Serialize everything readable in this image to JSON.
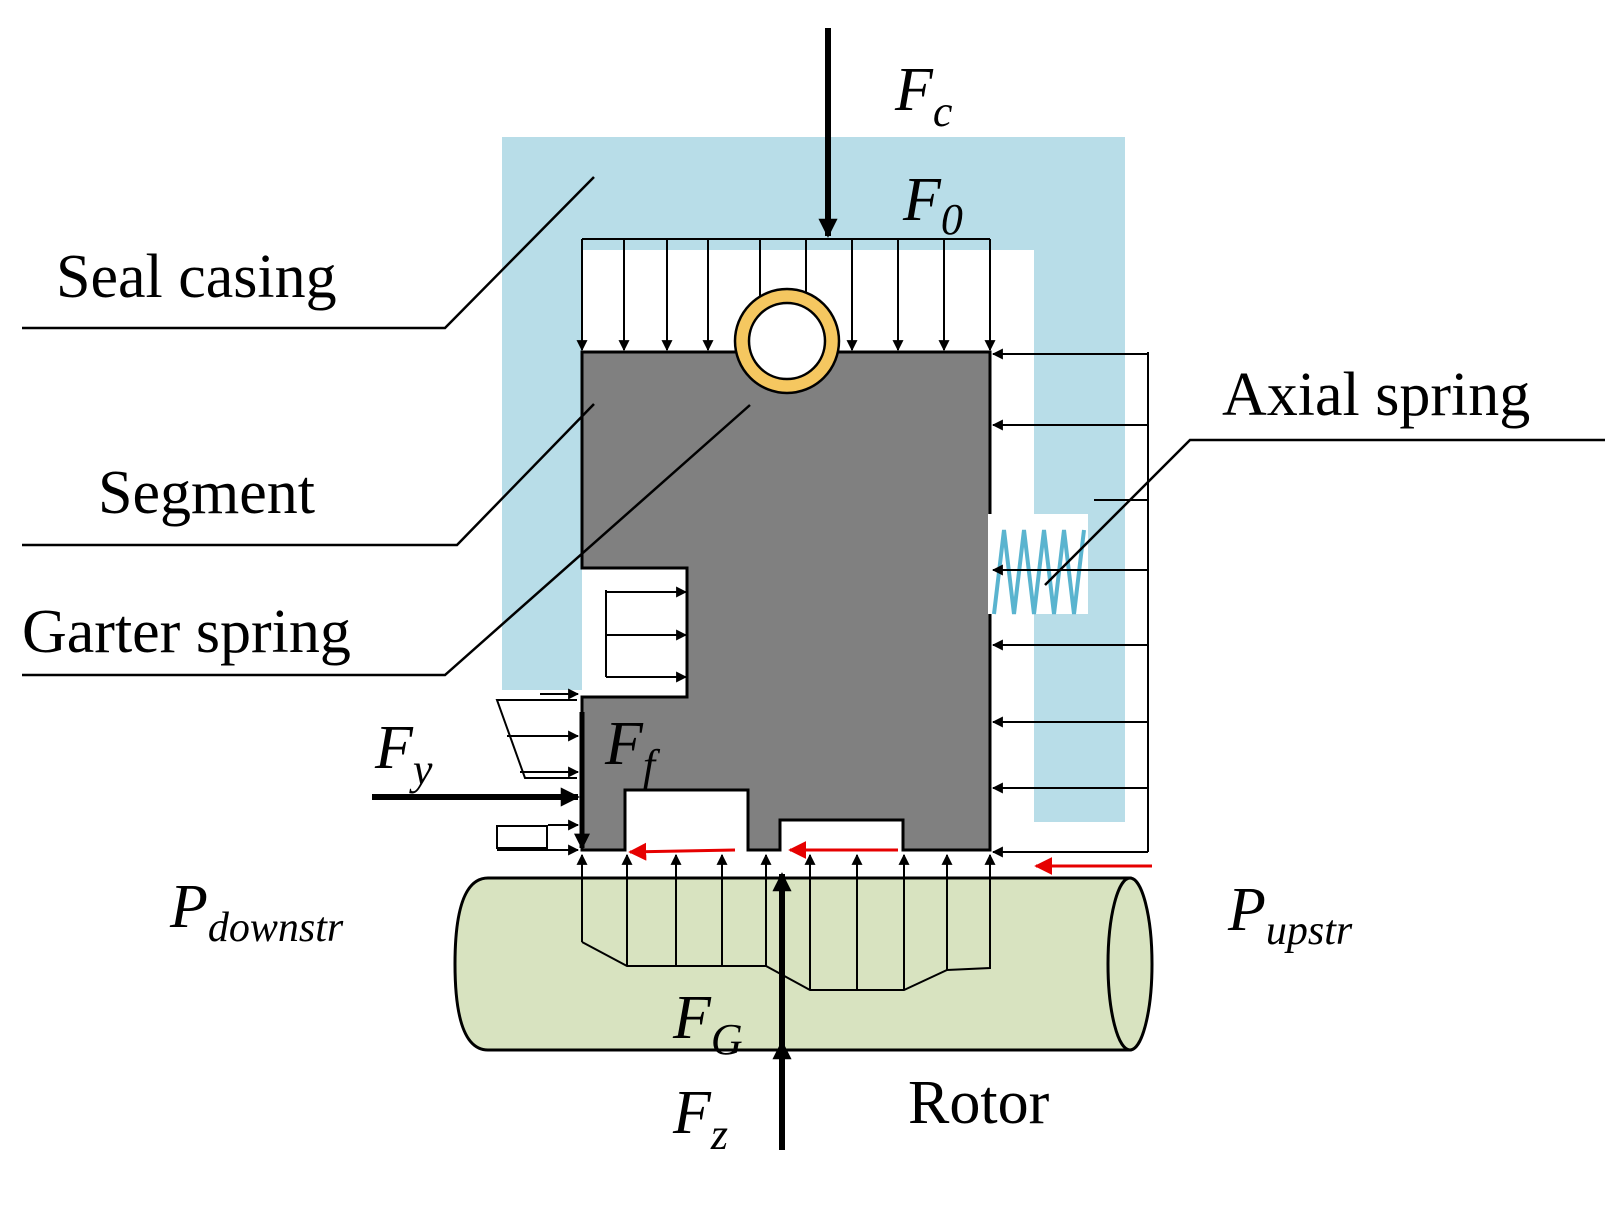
{
  "labels": {
    "seal_casing": "Seal casing",
    "segment": "Segment",
    "garter_spring": "Garter spring",
    "axial_spring": "Axial spring",
    "rotor": "Rotor"
  },
  "forces": {
    "fc": {
      "main": "F",
      "sub": "c"
    },
    "f0": {
      "main": "F",
      "sub": "0"
    },
    "fy": {
      "main": "F",
      "sub": "y"
    },
    "ff": {
      "main": "F",
      "sub": "f"
    },
    "fg": {
      "main": "F",
      "sub": "G"
    },
    "fz": {
      "main": "F",
      "sub": "z"
    }
  },
  "pressures": {
    "downstream": {
      "main": "P",
      "sub": "downstr"
    },
    "upstream": {
      "main": "P",
      "sub": "upstr"
    }
  },
  "colors": {
    "casing": "#b8dde8",
    "segment": "#808080",
    "garter_ring": "#f5c760",
    "rotor": "#d8e3c0",
    "spring": "#5ab4cf",
    "leakage_arrow": "#e60000"
  }
}
